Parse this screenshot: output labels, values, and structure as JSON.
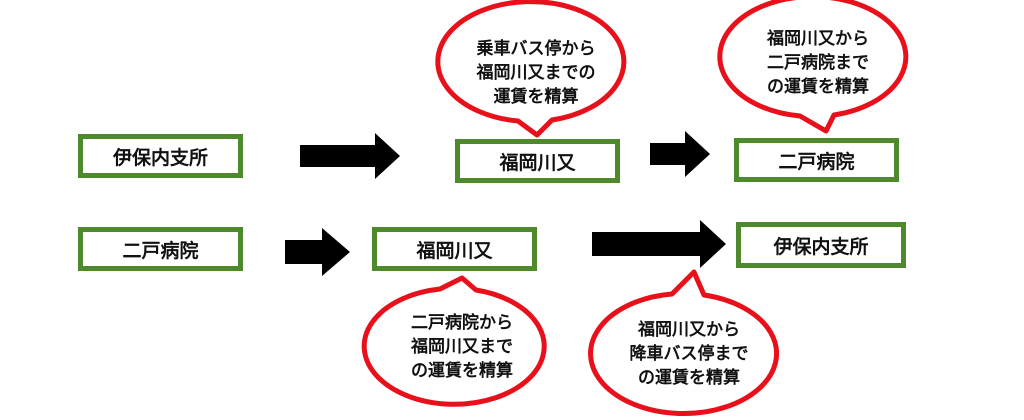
{
  "colors": {
    "box_border": "#4e8a2c",
    "bubble_border": "#e8101a",
    "arrow": "#000000"
  },
  "top_row": {
    "start": "伊保内支所",
    "transfer": "福岡川又",
    "end": "二戸病院",
    "bubble_1": [
      "乗車バス停から",
      "福岡川又までの",
      "運賃を精算"
    ],
    "bubble_2": [
      "福岡川又から",
      "二戸病院まで",
      "の運賃を精算"
    ]
  },
  "bottom_row": {
    "start": "二戸病院",
    "transfer": "福岡川又",
    "end": "伊保内支所",
    "bubble_1": [
      "二戸病院から",
      "福岡川又まで",
      "の運賃を精算"
    ],
    "bubble_2": [
      "福岡川又から",
      "降車バス停まで",
      "の運賃を精算"
    ]
  },
  "arrow_icon": "right-arrow-icon",
  "bubble_icon": "speech-bubble-icon"
}
